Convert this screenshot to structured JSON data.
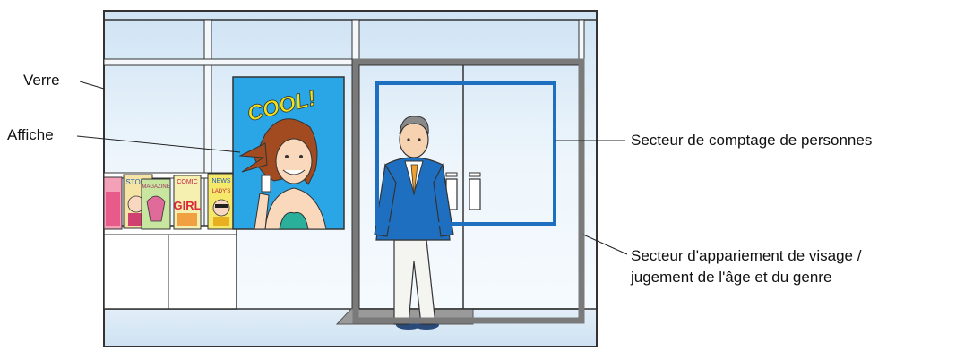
{
  "labels": {
    "glass": "Verre",
    "poster": "Affiche",
    "people_count_area": "Secteur de comptage de personnes",
    "face_area_line1": "Secteur d'appariement de visage /",
    "face_area_line2": "jugement de l'âge et du genre"
  },
  "poster": {
    "text": "COOL!"
  },
  "magazines": [
    "STORY",
    "MAGAZINE",
    "COMIC",
    "NEWS",
    "GIRL",
    "LADY'S"
  ],
  "colors": {
    "people_count_frame": "#1e6fbf",
    "face_area_frame": "#7a7a7a",
    "poster_background": "#2aa6e6",
    "poster_text": "#f2e21a",
    "jacket": "#1f6fc0",
    "tie": "#f0a030",
    "swimsuit": "#2ab09a"
  }
}
